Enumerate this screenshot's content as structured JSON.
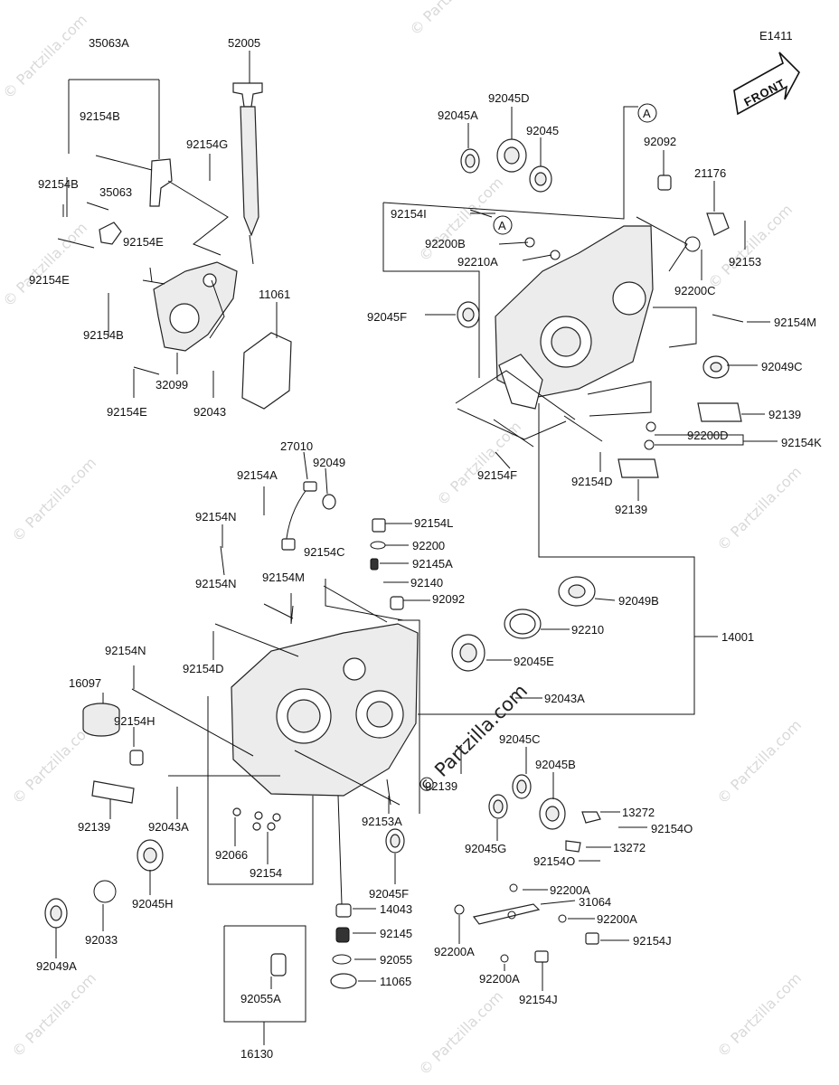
{
  "diagram_code": "E1411",
  "front_label": "FRONT",
  "ref_marker": "A",
  "watermark": "© Partzilla.com",
  "center_watermark": "© Partzilla.com",
  "labels": [
    "35063A",
    "52005",
    "92154B",
    "92154G",
    "92154B",
    "35063",
    "92154E",
    "92154E",
    "11061",
    "92154B",
    "32099",
    "92154E",
    "92043",
    "92045D",
    "92045A",
    "92045",
    "92092",
    "21176",
    "92154I",
    "92200B",
    "92210A",
    "92153",
    "92200C",
    "92045F",
    "92154M",
    "92049C",
    "92139",
    "92200D",
    "92154K",
    "92154F",
    "92154D",
    "92139",
    "27010",
    "92154A",
    "92049",
    "92154N",
    "92154L",
    "92200",
    "92154C",
    "92145A",
    "92140",
    "92154M",
    "92092",
    "92154N",
    "92049B",
    "92210",
    "14001",
    "92154D",
    "92045E",
    "92154N",
    "92043A",
    "16097",
    "92154H",
    "92045C",
    "92045B",
    "92139",
    "13272",
    "92154O",
    "92139",
    "92043A",
    "92153A",
    "92045G",
    "13272",
    "92154O",
    "92066",
    "92154",
    "92045F",
    "92045H",
    "92033",
    "92049A",
    "14043",
    "92200A",
    "31064",
    "92200A",
    "92145",
    "92055",
    "92200A",
    "92154J",
    "11065",
    "92200A",
    "92154J",
    "92055A",
    "16130"
  ]
}
